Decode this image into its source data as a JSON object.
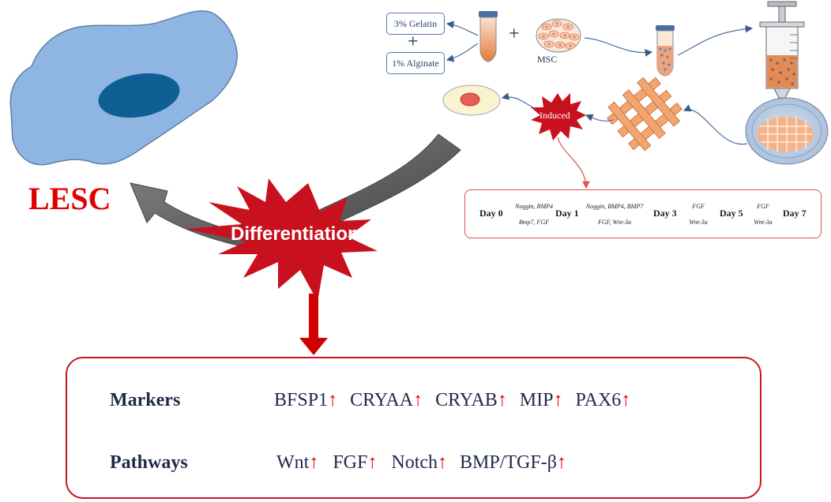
{
  "cell_label": "LESC",
  "differentiation_label": "Differentiation",
  "induced_label": "Induced",
  "materials": [
    "3% Gelatin",
    "1% Alginate"
  ],
  "plus_sign": "+",
  "msc_label": "MSC",
  "timeline": {
    "days": [
      "Day 0",
      "Day 1",
      "Day 3",
      "Day 5",
      "Day 7"
    ],
    "factors": [
      {
        "above": "Noggin, BMP4",
        "below": "Bmp7, FGF"
      },
      {
        "above": "Noggin, BMP4, BMP7",
        "below": "FGF, Wnt-3a"
      },
      {
        "above": "FGF",
        "below": "Wnt-3a"
      },
      {
        "above": "FGF",
        "below": "Wnt-3a"
      }
    ]
  },
  "results": {
    "markers_title": "Markers",
    "markers": [
      "BFSP1",
      "CRYAA",
      "CRYAB",
      "MIP",
      "PAX6"
    ],
    "pathways_title": "Pathways",
    "pathways": [
      "Wnt",
      "FGF",
      "Notch",
      "BMP/TGF-β"
    ],
    "up_symbol": "↑"
  },
  "colors": {
    "accent_red": "#e00000",
    "burst_red": "#c8101e",
    "cell_fill": "#8fb5e3",
    "nucleus": "#0f5f95",
    "text_navy": "#1f2a4a"
  }
}
